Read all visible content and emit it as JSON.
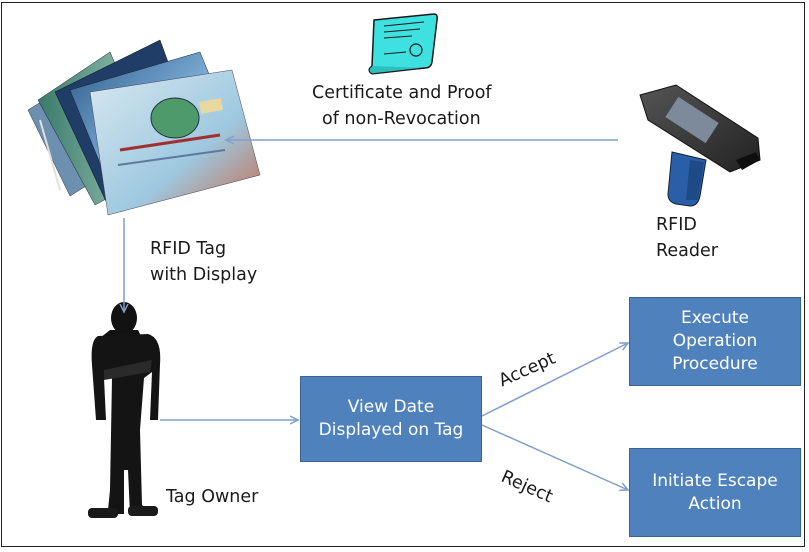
{
  "labels": {
    "certificate_line1": "Certificate and Proof",
    "certificate_line2": "of non-Revocation",
    "rfid_tag_line1": "RFID Tag",
    "rfid_tag_line2": "with Display",
    "rfid_reader_line1": "RFID",
    "rfid_reader_line2": "Reader",
    "tag_owner": "Tag Owner",
    "accept": "Accept",
    "reject": "Reject"
  },
  "boxes": {
    "view_date_line1": "View Date",
    "view_date_line2": "Displayed on Tag",
    "execute_line1": "Execute",
    "execute_line2": "Operation",
    "execute_line3": "Procedure",
    "initiate_line1": "Initiate Escape",
    "initiate_line2": "Action"
  },
  "colors": {
    "box_fill": "#4f81bd",
    "arrow": "#7f9fc8"
  }
}
